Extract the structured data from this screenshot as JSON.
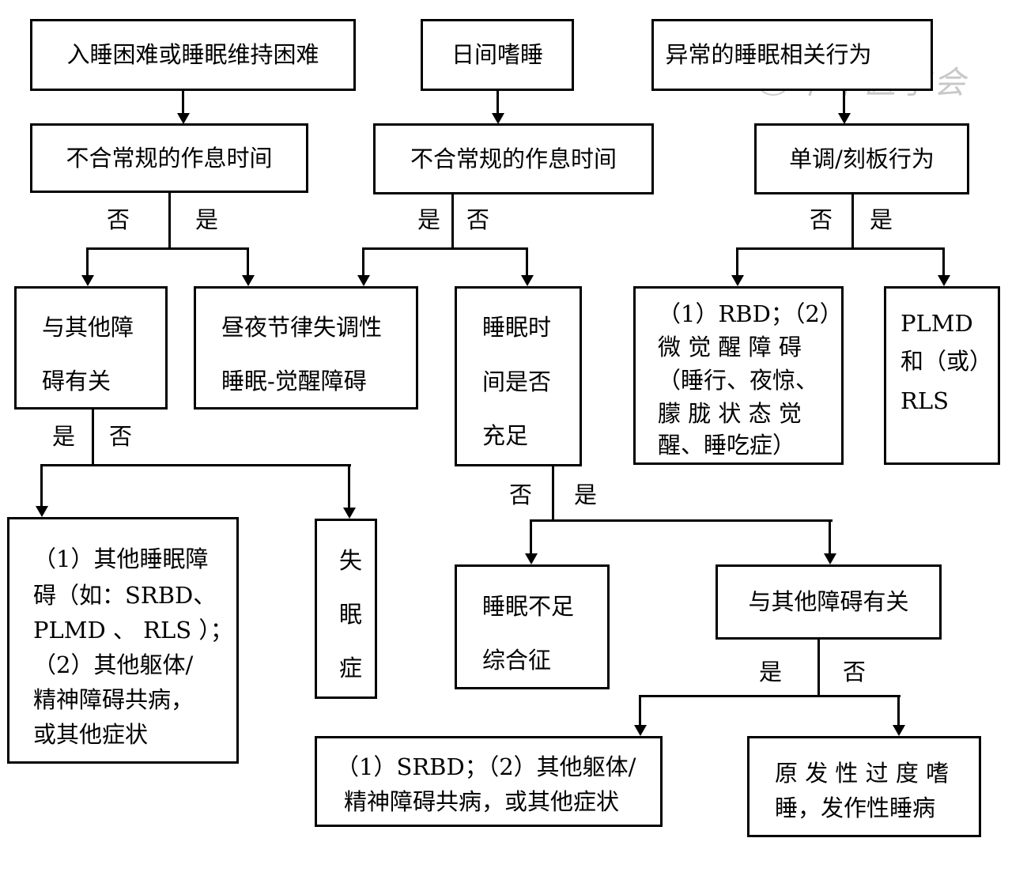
{
  "watermark": "中华医学会",
  "nodes": {
    "n1": "入睡困难或睡眠维持困难",
    "n2": "日间嗜睡",
    "n3": "异常的睡眠相关行为",
    "n4": "不合常规的作息时间",
    "n5": "不合常规的作息时间",
    "n6": "单调/刻板行为",
    "n7": [
      "与其他障",
      "碍有关"
    ],
    "n8": [
      "昼夜节律失调性",
      "睡眠-觉醒障碍"
    ],
    "n9": [
      "睡眠时",
      "间是否",
      "充足"
    ],
    "n10": [
      "（1）RBD；（2）",
      "微 觉 醒 障 碍",
      "（睡行、夜惊、",
      "朦 胧 状 态 觉",
      "醒、睡吃症）"
    ],
    "n11": [
      "PLMD",
      "和（或）",
      "RLS"
    ],
    "n12": [
      "（1）其他睡眠障",
      "碍（如：SRBD、",
      "PLMD 、 RLS ）；",
      "（2）其他躯体/",
      "精神障碍共病，",
      "或其他症状"
    ],
    "n13": [
      "失",
      "眠",
      "症"
    ],
    "n14": [
      "睡眠不足",
      "综合征"
    ],
    "n15": "与其他障碍有关",
    "n16": [
      "（1）SRBD；（2）其他躯体/",
      "精神障碍共病，或其他症状"
    ],
    "n17": [
      "原 发 性 过 度 嗜",
      "睡，发作性睡病"
    ]
  },
  "labels": {
    "yes": "是",
    "no": "否"
  }
}
